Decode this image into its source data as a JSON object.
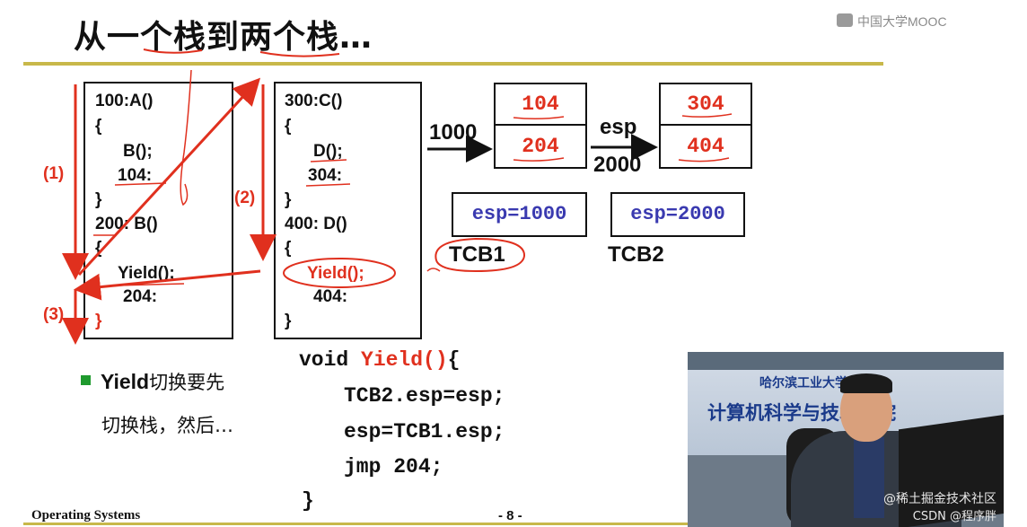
{
  "slide": {
    "title": "从一个栈到两个栈…",
    "watermark": "中国大学MOOC",
    "footer_left": "Operating Systems",
    "footer_page": "- 8 -"
  },
  "stack1": {
    "lines": [
      "100:A()",
      "{",
      "B();",
      "104:",
      "}",
      "200: B()",
      "{",
      "Yield();",
      "204:",
      "}"
    ]
  },
  "stack2": {
    "lines": [
      "300:C()",
      "{",
      "D();",
      "304:",
      "}",
      "400: D()",
      "{",
      "Yield();",
      "404:",
      "}"
    ]
  },
  "labels": {
    "step1": "(1)",
    "step2": "(2)",
    "step3": "(3)"
  },
  "memory": {
    "addr1": "1000",
    "esp_label": "esp",
    "addr2": "2000",
    "stack1_cells": [
      "104",
      "204"
    ],
    "stack2_cells": [
      "304",
      "404"
    ]
  },
  "tcb": {
    "tcb1_value": "esp=1000",
    "tcb1_name": "TCB1",
    "tcb2_value": "esp=2000",
    "tcb2_name": "TCB2"
  },
  "bullet": {
    "line1_bold": "Yield",
    "line1_rest": "切换要先",
    "line2": "切换栈，然后…"
  },
  "yield_code": {
    "sig_prefix": "void ",
    "sig_name": "Yield()",
    "sig_suffix": "{",
    "body": [
      "TCB2.esp=esp;",
      "esp=TCB1.esp;",
      "jmp 204;"
    ],
    "close": "}"
  },
  "video": {
    "university": "哈尔滨工业大学",
    "caption": "计算机科学与技术学院",
    "watermark1": "@稀土掘金技术社区",
    "watermark2": "CSDN @程序胖"
  },
  "colors": {
    "accent_red": "#e0301e",
    "esp_blue": "#3a3ab0",
    "rule_gold": "#c8b84a",
    "bullet_green": "#1f9a2e"
  }
}
